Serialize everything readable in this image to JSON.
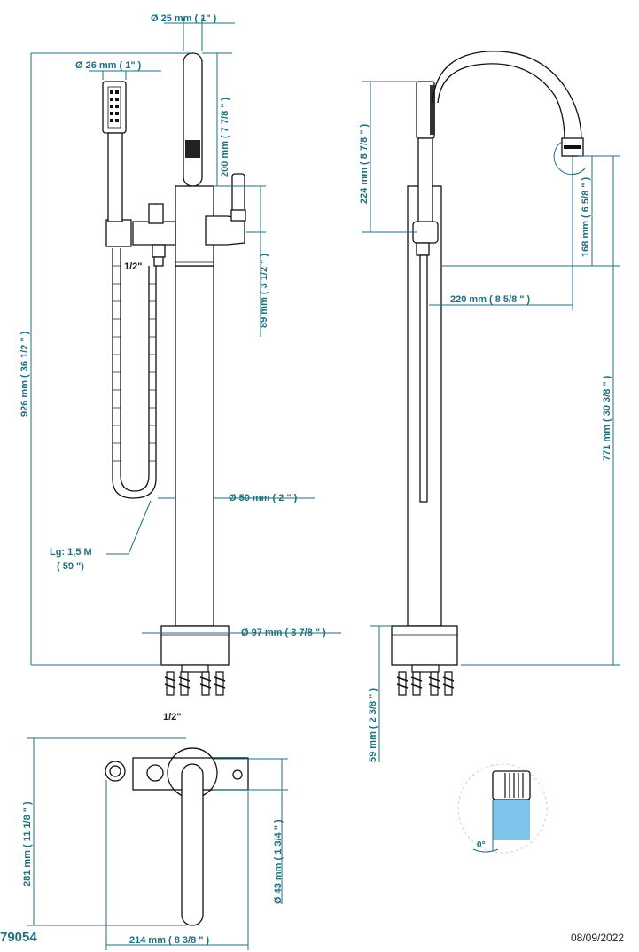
{
  "drawing": {
    "code": "79054",
    "date": "08/09/2022"
  },
  "dimensions": {
    "spout_diameter": "Ø  25 mm ( 1\" )",
    "hand_shower_diameter": "Ø  26 mm ( 1\" )",
    "hand_shower_height": "200 mm ( 7 7/8 \" )",
    "total_height": "926 mm ( 36 1/2 \" )",
    "outlet_height": "89 mm ( 3 1/2 \" )",
    "hose_inlet": "1/2\"",
    "hose_length_line1": "Lg: 1,5 M",
    "hose_length_line2": "( 59 \")",
    "column_diameter": "Ø  50 mm ( 2 \" )",
    "base_diameter": "Ø  97 mm ( 3 7/8 \" )",
    "supply_connection": "1/2\"",
    "side_shower_height": "224 mm ( 8 7/8 \" )",
    "spout_drop": "168 mm ( 6 5/8 \" )",
    "spout_reach": "220 mm ( 8 5/8 \" )",
    "spout_height": "771 mm ( 30 3/8 \" )",
    "floor_depth": "59 mm ( 2 3/8 \" )",
    "plan_depth": "281 mm ( 11 1/8 \" )",
    "plan_width": "214 mm ( 8 3/8 \" )",
    "plan_body_diameter": "Ø  43 mm ( 1 3/4 \" )",
    "cartridge_angle": "0°"
  },
  "colors": {
    "dimension": "#1f6f80",
    "outline": "#111111",
    "highlight": "#7fc4ea"
  }
}
